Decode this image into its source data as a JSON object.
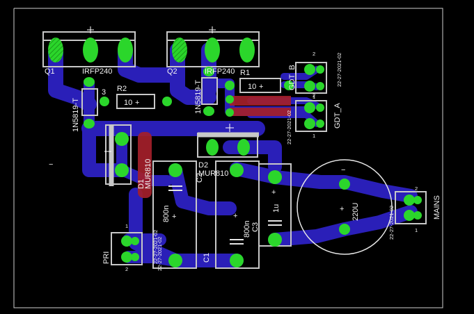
{
  "board": {
    "colors": {
      "background": "#000000",
      "trace_bottom": "#2a1fb8",
      "trace_top": "#a4202a",
      "pad": "#2bd62b",
      "silkscreen": "#e6e6e6",
      "outline": "#c8c8c8"
    }
  },
  "components": {
    "q1": {
      "name": "Q1",
      "value": "IRFP240"
    },
    "q2": {
      "name": "Q2",
      "value": "IRFP240"
    },
    "r1": {
      "name": "R1",
      "value": "10"
    },
    "r2": {
      "name": "R2",
      "value": "10"
    },
    "z1": {
      "value": "1N5819-T",
      "suffix": "3"
    },
    "z2": {
      "value": "1N5819-T"
    },
    "d1": {
      "name": "D1",
      "value": "MUR810"
    },
    "d2": {
      "name": "D2",
      "value": "MUR810"
    },
    "c1": {
      "name": "C1",
      "value": "800n"
    },
    "c2": {
      "name": "C2",
      "value": "800n"
    },
    "c3": {
      "name": "C3",
      "value": "1u"
    },
    "c4": {
      "value": "220U"
    },
    "pri": {
      "name": "PRI",
      "date": "22-27-2021-02",
      "pin1": "1",
      "pin2": "2"
    },
    "gdt_b": {
      "name": "GDT_B",
      "date": "22-27-2021-02",
      "pin1": "1",
      "pin2": "2"
    },
    "gdt_a": {
      "name": "GDT_A",
      "date": "22-27-2021-02",
      "pin1": "1",
      "pin2": "2"
    },
    "mains": {
      "name": "MAINS",
      "date": "22-27-2021-02",
      "pin1": "1",
      "pin2": "2"
    },
    "c1_date": "22-27-2021-02",
    "plus": "+",
    "minus": "−"
  }
}
